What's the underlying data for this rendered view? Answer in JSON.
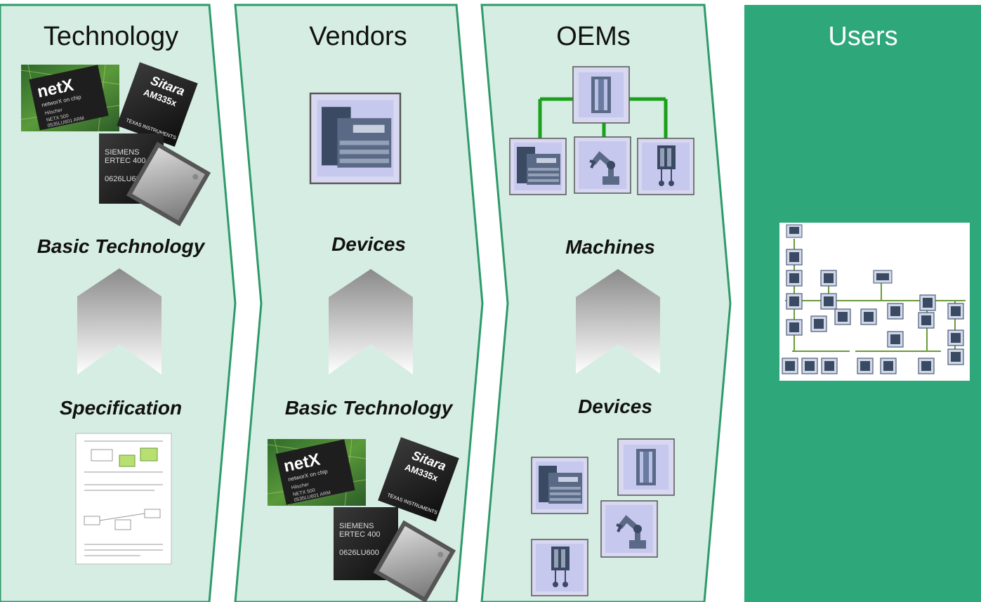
{
  "columns": [
    {
      "title": "Technology",
      "top_label": "Basic Technology",
      "bottom_label": "Specification"
    },
    {
      "title": "Vendors",
      "top_label": "Devices",
      "bottom_label": "Basic Technology"
    },
    {
      "title": "OEMs",
      "top_label": "Machines",
      "bottom_label": "Devices"
    },
    {
      "title": "Users"
    }
  ],
  "chips": {
    "netx_logo": "netX",
    "netx_sub": "networX on chip",
    "netx_maker": "Hilscher",
    "netx_part": "NETX 500",
    "netx_code": "0535LU601  ARM",
    "sitara_brand": "Sitara",
    "sitara_part": "AM335x",
    "sitara_vendor": "TEXAS INSTRUMENTS",
    "siemens_brand": "SIEMENS",
    "siemens_part": "ERTEC 400",
    "siemens_code": "0626LU600"
  },
  "colors": {
    "panel_fill": "#d6ede3",
    "panel_border": "#2e9a6a",
    "users_fill": "#2ea87a",
    "bus_line": "#1aa01a",
    "device_fill": "#d8d8f0",
    "device_dark": "#3b4a63"
  }
}
